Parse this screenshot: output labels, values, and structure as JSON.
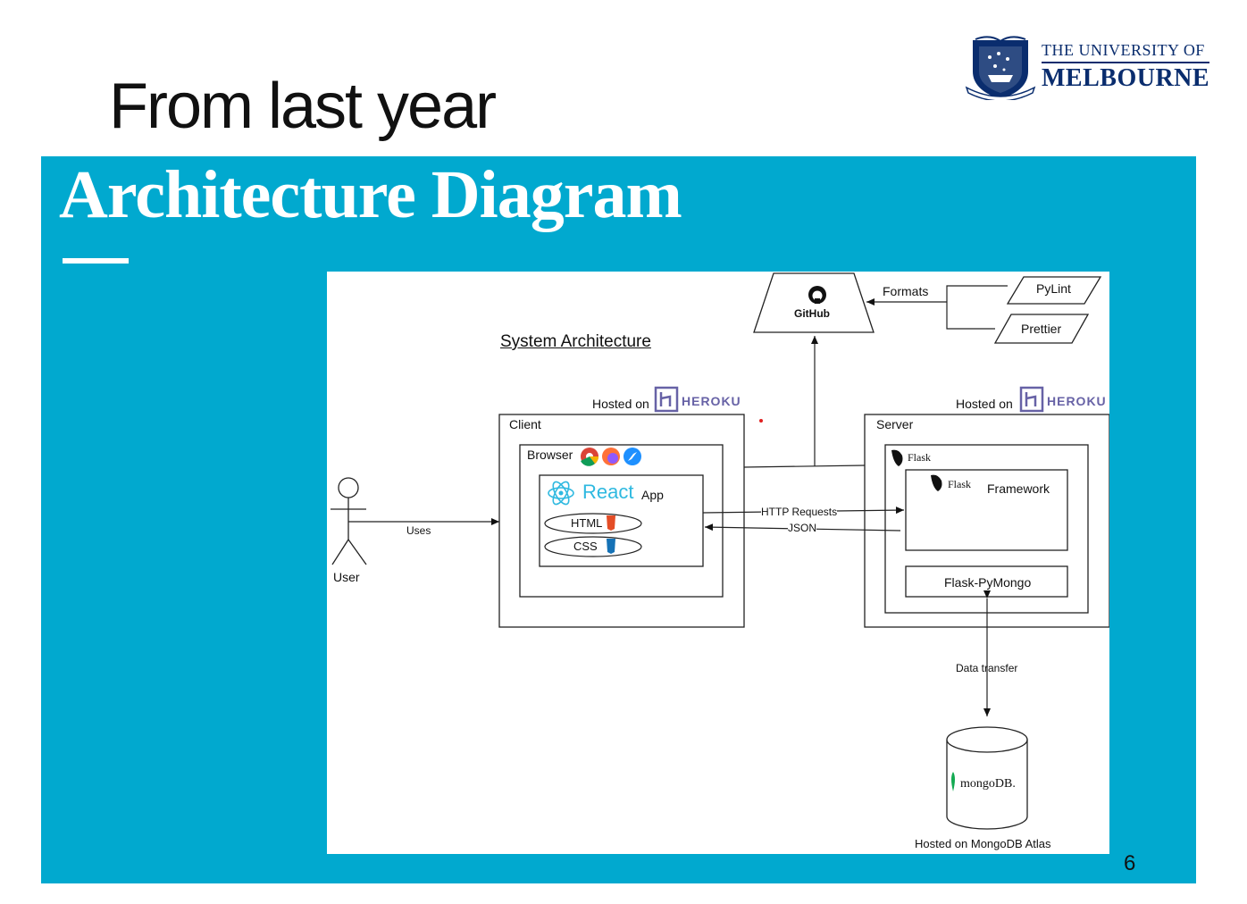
{
  "slide": {
    "title": "From last year",
    "page_number": "6"
  },
  "logo": {
    "line1": "THE UNIVERSITY OF",
    "line2": "MELBOURNE"
  },
  "panel": {
    "heading": "Architecture Diagram"
  },
  "diagram": {
    "heading": "System Architecture",
    "github_label": "GitHub",
    "formats_label": "Formats",
    "pylint_label": "PyLint",
    "prettier_label": "Prettier",
    "client_hosted_label": "Hosted on",
    "server_hosted_label": "Hosted on",
    "heroku_label": "HEROKU",
    "client_label": "Client",
    "browser_label": "Browser",
    "react_label": "React",
    "app_label": "App",
    "html_label": "HTML",
    "css_label": "CSS",
    "user_label": "User",
    "uses_label": "Uses",
    "http_label": "HTTP Requests",
    "json_label": "JSON",
    "server_label": "Server",
    "flask_label": "Flask",
    "framework_label": "Framework",
    "pymongo_label": "Flask-PyMongo",
    "data_transfer_label": "Data transfer",
    "mongodb_label": "mongoDB.",
    "mongodb_hosted_label": "Hosted on MongoDB Atlas"
  }
}
